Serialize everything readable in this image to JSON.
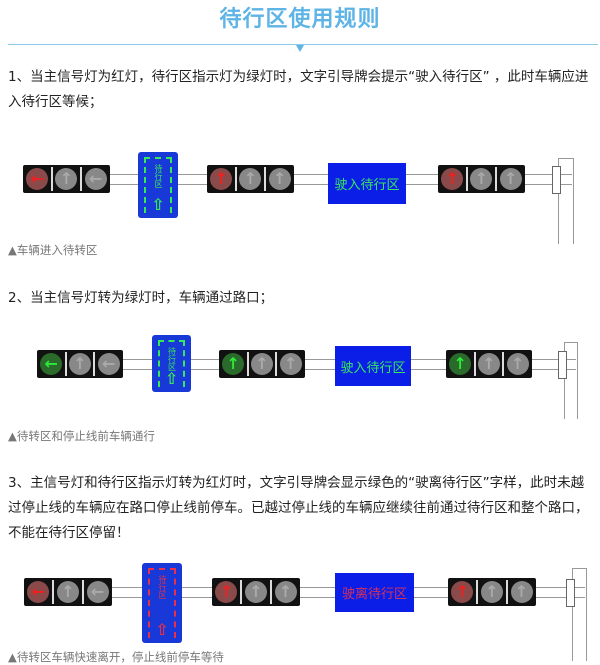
{
  "title": "待行区使用规则",
  "sections": [
    {
      "text": "1、当主信号灯为红灯，待行区指示灯为绿灯时，文字引导牌会提示“驶入待行区” ，此时车辆应进入待行区等候；",
      "caption": "▲车辆进入待转区",
      "panel": {
        "text": "待行区",
        "color": "#37e85a"
      },
      "sign": {
        "text": "驶入待行区",
        "color": "#37e85a"
      },
      "groups": [
        [
          "left-arrow-red",
          "off",
          "off"
        ],
        [
          "up-arrow-red",
          "off",
          "off"
        ],
        [
          "up-arrow-red",
          "off",
          "off"
        ]
      ]
    },
    {
      "text": "2、当主信号灯转为绿灯时，车辆通过路口；",
      "caption": "▲待转区和停止线前车辆通行",
      "panel": {
        "text": "待行区",
        "color": "#37e85a"
      },
      "sign": {
        "text": "驶入待行区",
        "color": "#37e85a"
      },
      "groups": [
        [
          "left-arrow-green",
          "off",
          "off"
        ],
        [
          "up-arrow-green",
          "off",
          "off"
        ],
        [
          "up-arrow-green",
          "off",
          "off"
        ]
      ]
    },
    {
      "text": "3、主信号灯和待行区指示灯转为红灯时，文字引导牌会显示绿色的“驶离待行区”字样，此时未越过停止线的车辆应在路口停止线前停车。已越过停止线的车辆应继续往前通过待行区和整个路口，不能在待行区停留！",
      "caption": "▲待转区车辆快速离开，停止线前停车等待",
      "panel": {
        "text": "待行区",
        "color": "#e8304a"
      },
      "sign": {
        "text": "驶离待行区",
        "color": "#d8305a"
      },
      "groups": [
        [
          "left-arrow-red",
          "off",
          "off"
        ],
        [
          "up-arrow-red",
          "off",
          "off"
        ],
        [
          "up-arrow-red",
          "off",
          "off"
        ]
      ]
    }
  ],
  "colors": {
    "accent": "#5fb4e6",
    "red": "#ee2020",
    "green": "#2ee83a"
  }
}
